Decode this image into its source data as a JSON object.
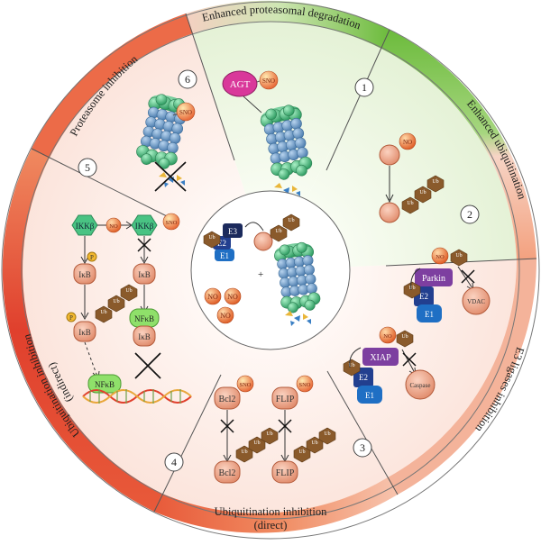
{
  "ring": {
    "s1": "Enhanced proteasomal degradation",
    "s2": "Enhanced ubiquitination",
    "s3": "E3 ligases inhibition",
    "s4a": "Ubiquitination inhibition",
    "s4b": "(direct)",
    "s5a": "Ubiquitination inhibition",
    "s5b": "(indirect)",
    "s6": "Proteasome inhibition"
  },
  "numbers": [
    "1",
    "2",
    "3",
    "4",
    "5",
    "6"
  ],
  "labels": {
    "agt": "AGT",
    "sno": "SNO",
    "no": "NO",
    "ub": "Ub",
    "e1": "E1",
    "e2": "E2",
    "e3": "E3",
    "parkin": "Parkin",
    "vdac": "VDAC",
    "xiap": "XIAP",
    "caspase": "Caspase",
    "bcl2": "Bcl2",
    "flip": "FLIP",
    "ikkb": "IKKβ",
    "ikb": "IκB",
    "nfkb": "NFκB",
    "p": "P",
    "plus": "+"
  },
  "colors": {
    "ring_green": "#6cbb3c",
    "ring_red": "#e0402d",
    "ring_orange": "#f08a60",
    "proteasome_blue": "#7aa7cf",
    "proteasome_green": "#5cc48a",
    "protein_salmon": "#f0a58a",
    "ub_brown": "#8a5a2b",
    "e1_blue": "#1f6fc4",
    "e2_navy": "#223f8f",
    "e3_purple": "#7d3fa0",
    "ikk_green": "#49c383"
  }
}
